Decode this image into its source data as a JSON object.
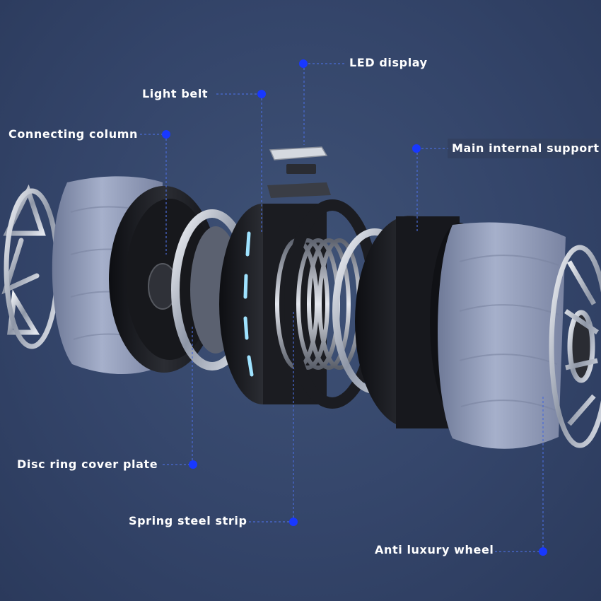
{
  "callouts": {
    "led_display": "LED display",
    "light_belt": "Light belt",
    "connecting_column": "Connecting column",
    "main_internal_support": "Main internal support",
    "disc_ring_cover_plate": "Disc ring cover plate",
    "spring_steel_strip": "Spring steel strip",
    "anti_luxury_wheel": "Anti luxury wheel"
  },
  "colors": {
    "background": "#34456a",
    "leader_line": "#4a6bd6",
    "marker_dot": "#1838ff",
    "tread": "#8c97b4",
    "housing": "#1c1d22",
    "light_belt_glow": "#9fe3ff"
  }
}
